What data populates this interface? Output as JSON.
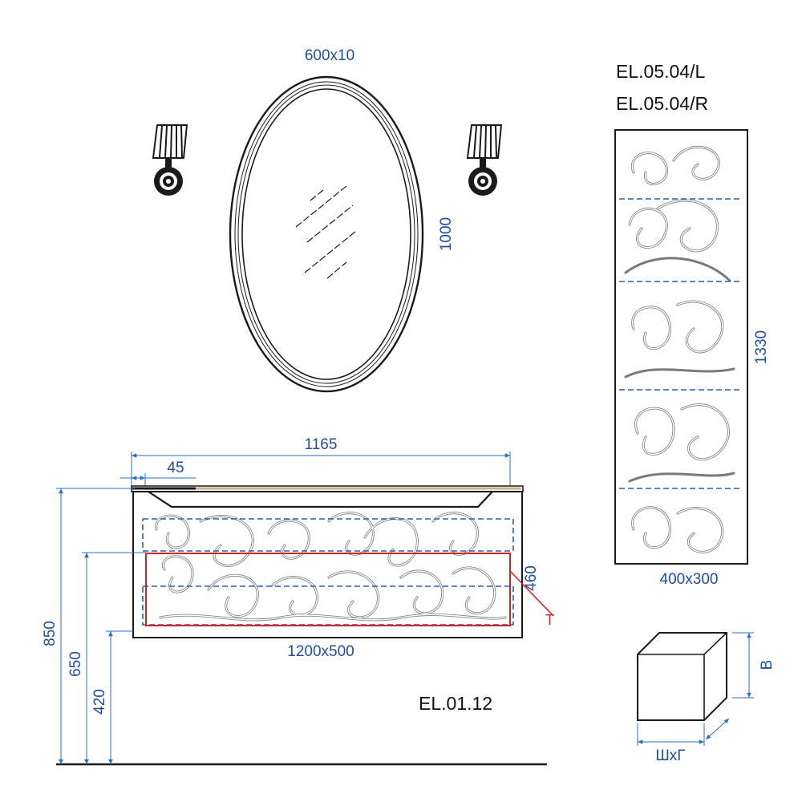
{
  "mirror": {
    "size_label": "600x10",
    "height_label": "1000"
  },
  "cabinet": {
    "code": "EL.05.04/L",
    "code_alt": "EL.05.04/R",
    "height_label": "1330",
    "footprint_label": "400x300"
  },
  "vanity": {
    "top_width_label": "1165",
    "offset_label": "45",
    "drawer_height_label": "460",
    "width_depth_label": "1200x500",
    "marker_label": "T",
    "code": "EL.01.12"
  },
  "heights": {
    "h850": "850",
    "h650": "650",
    "h420": "420"
  },
  "legend_box": {
    "height_label": "B",
    "size_label": "ШхГ"
  },
  "colors": {
    "dimension": "#2a6fc4",
    "drawer_outline": "#d8202a",
    "worktop": "#c9b48a"
  }
}
